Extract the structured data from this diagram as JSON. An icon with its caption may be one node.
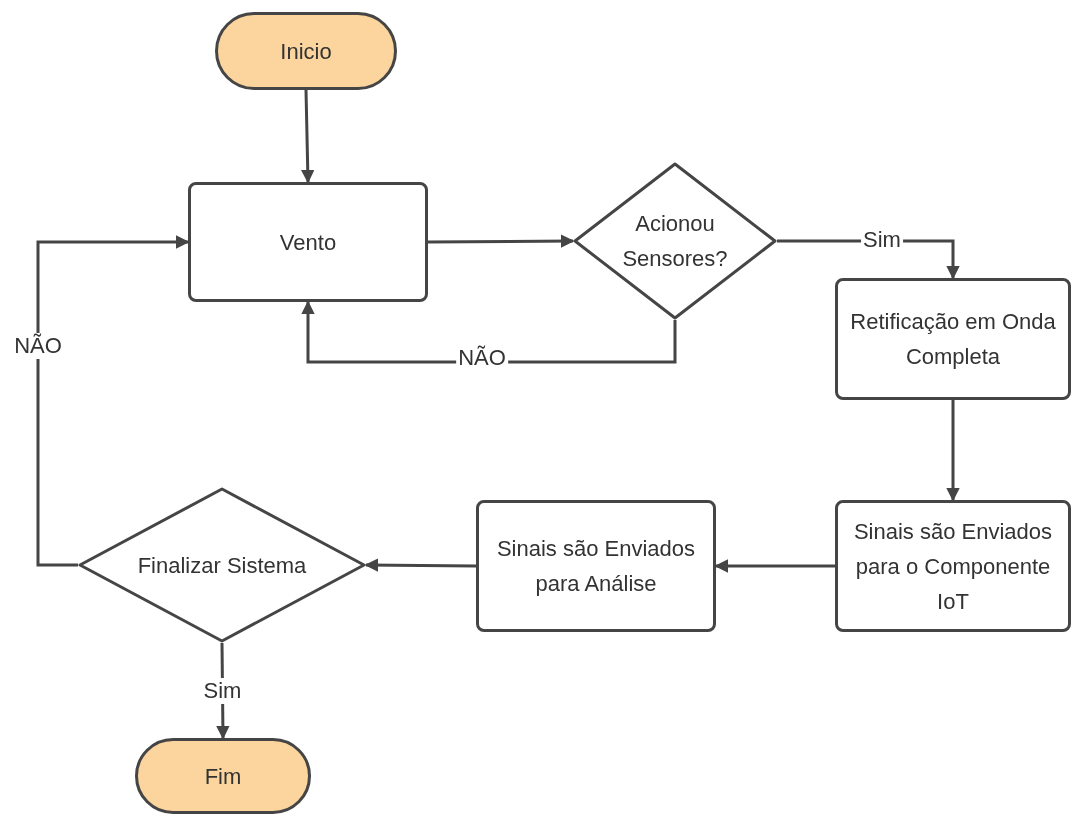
{
  "diagram": {
    "nodes": [
      {
        "text": [
          "Inicio"
        ]
      },
      {
        "text": [
          "Vento"
        ]
      },
      {
        "text": [
          "Acionou Sensores?"
        ]
      },
      {
        "text": [
          "Retificação em Onda Completa"
        ]
      },
      {
        "text": [
          "Sinais são Enviados para o Componente IoT"
        ]
      },
      {
        "text": [
          "Sinais são Enviados para Análise"
        ]
      },
      {
        "text": [
          "Finalizar Sistema"
        ]
      },
      {
        "text": [
          "Fim"
        ]
      }
    ],
    "edges": [
      {
        "from": 0,
        "to": 1,
        "arrow": "to"
      },
      {
        "from": 1,
        "to": 2,
        "arrow": "to"
      },
      {
        "from": 2,
        "to": 3,
        "arrow": "to",
        "label": "Sim"
      },
      {
        "from": 2,
        "to": 1,
        "arrow": "to",
        "label": "NÃO"
      },
      {
        "from": 3,
        "to": 4,
        "arrow": "to"
      },
      {
        "from": 4,
        "to": 5,
        "arrow": "to"
      },
      {
        "from": 5,
        "to": 6,
        "arrow": "to"
      },
      {
        "from": 6,
        "to": 1,
        "arrow": "to",
        "label": "NÃO"
      },
      {
        "from": 6,
        "to": 7,
        "arrow": "to",
        "label": "Sim"
      }
    ]
  }
}
